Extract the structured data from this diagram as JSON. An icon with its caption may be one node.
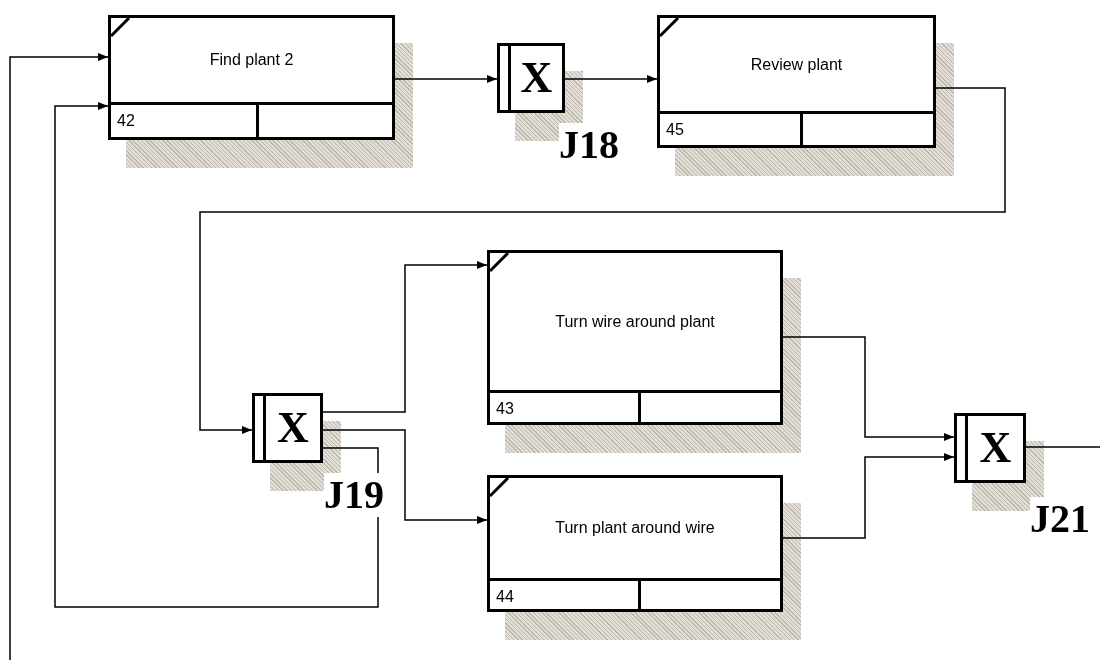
{
  "diagram": {
    "nodes": [
      {
        "text": [
          "Find plant 2",
          "42"
        ]
      },
      {
        "text": [
          "X"
        ],
        "beside": [
          "J18"
        ]
      },
      {
        "text": [
          "Review plant",
          "45"
        ]
      },
      {
        "text": [
          "X"
        ],
        "beside": [
          "J19"
        ]
      },
      {
        "text": [
          "Turn wire around plant",
          "43"
        ]
      },
      {
        "text": [
          "Turn plant around wire",
          "44"
        ]
      },
      {
        "text": [
          "X"
        ],
        "beside": [
          "J21"
        ]
      }
    ],
    "edges": [
      {
        "from": 0,
        "to": 1,
        "arrow": "to"
      },
      {
        "from": 1,
        "to": 2,
        "arrow": "to"
      },
      {
        "from": 2,
        "to": 3,
        "arrow": "to"
      },
      {
        "from": 3,
        "to": 4,
        "arrow": "to"
      },
      {
        "from": 3,
        "to": 5,
        "arrow": "to"
      },
      {
        "from": 3,
        "to": 0,
        "arrow": "to"
      },
      {
        "from": null,
        "to": 0,
        "arrow": "to"
      },
      {
        "from": 4,
        "to": 6,
        "arrow": "to"
      },
      {
        "from": 5,
        "to": 6,
        "arrow": "to"
      },
      {
        "from": 6,
        "to": null,
        "arrow": "none"
      }
    ]
  }
}
